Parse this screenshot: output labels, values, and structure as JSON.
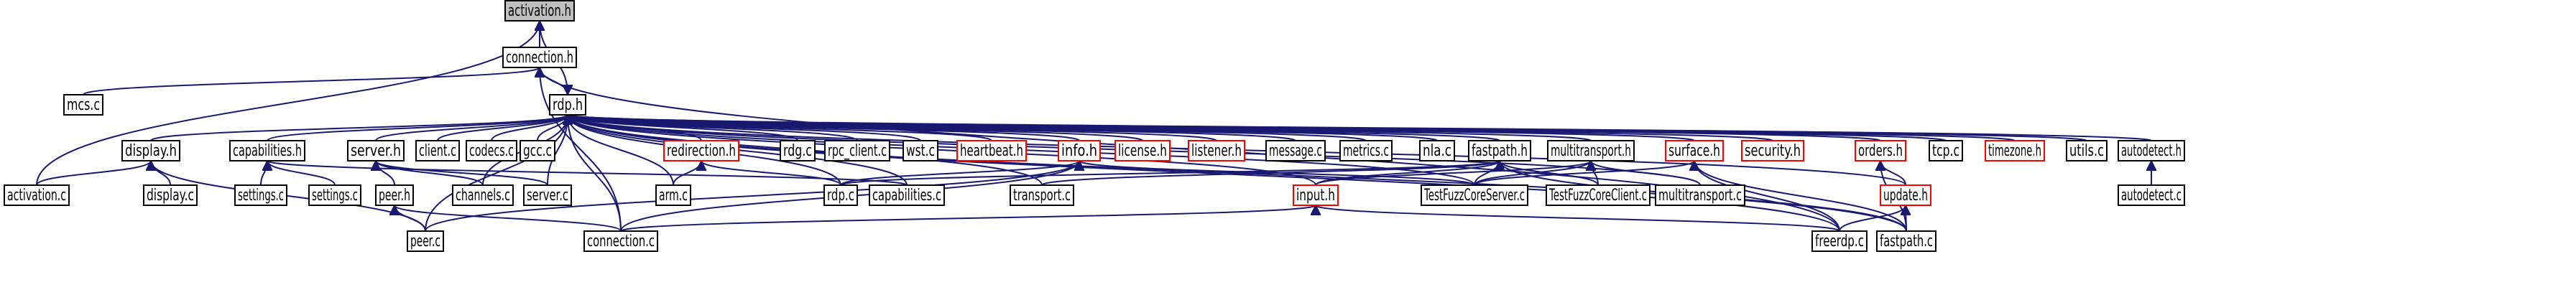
{
  "graph": {
    "nodes": [
      {
        "id": "activation_h",
        "label": "activation.h",
        "kind": "focus"
      },
      {
        "id": "connection_h",
        "label": "connection.h",
        "kind": "normal"
      },
      {
        "id": "mcs_c",
        "label": "mcs.c",
        "kind": "normal"
      },
      {
        "id": "rdp_h",
        "label": "rdp.h",
        "kind": "normal"
      },
      {
        "id": "display_h",
        "label": "display.h",
        "kind": "normal"
      },
      {
        "id": "capabilities_h",
        "label": "capabilities.h",
        "kind": "normal"
      },
      {
        "id": "server_h",
        "label": "server.h",
        "kind": "normal"
      },
      {
        "id": "client_c",
        "label": "client.c",
        "kind": "normal"
      },
      {
        "id": "codecs_c",
        "label": "codecs.c",
        "kind": "normal"
      },
      {
        "id": "gcc_c",
        "label": "gcc.c",
        "kind": "normal"
      },
      {
        "id": "redirection_h",
        "label": "redirection.h",
        "kind": "red"
      },
      {
        "id": "rdg_c",
        "label": "rdg.c",
        "kind": "normal"
      },
      {
        "id": "rpc_client_c",
        "label": "rpc_client.c",
        "kind": "normal"
      },
      {
        "id": "wst_c",
        "label": "wst.c",
        "kind": "normal"
      },
      {
        "id": "heartbeat_h",
        "label": "heartbeat.h",
        "kind": "red"
      },
      {
        "id": "info_h",
        "label": "info.h",
        "kind": "red"
      },
      {
        "id": "license_h",
        "label": "license.h",
        "kind": "red"
      },
      {
        "id": "listener_h",
        "label": "listener.h",
        "kind": "red"
      },
      {
        "id": "message_c",
        "label": "message.c",
        "kind": "normal"
      },
      {
        "id": "metrics_c",
        "label": "metrics.c",
        "kind": "normal"
      },
      {
        "id": "nla_c",
        "label": "nla.c",
        "kind": "normal"
      },
      {
        "id": "fastpath_h",
        "label": "fastpath.h",
        "kind": "normal"
      },
      {
        "id": "multitransport_h",
        "label": "multitransport.h",
        "kind": "normal"
      },
      {
        "id": "surface_h",
        "label": "surface.h",
        "kind": "red"
      },
      {
        "id": "security_h",
        "label": "security.h",
        "kind": "red"
      },
      {
        "id": "orders_h",
        "label": "orders.h",
        "kind": "red"
      },
      {
        "id": "tcp_c",
        "label": "tcp.c",
        "kind": "normal"
      },
      {
        "id": "timezone_h",
        "label": "timezone.h",
        "kind": "red"
      },
      {
        "id": "utils_c",
        "label": "utils.c",
        "kind": "normal"
      },
      {
        "id": "autodetect_h",
        "label": "autodetect.h",
        "kind": "normal"
      },
      {
        "id": "activation_c",
        "label": "activation.c",
        "kind": "normal"
      },
      {
        "id": "display_c",
        "label": "display.c",
        "kind": "normal"
      },
      {
        "id": "settings_c1",
        "label": "settings.c",
        "kind": "normal"
      },
      {
        "id": "settings_c2",
        "label": "settings.c",
        "kind": "normal"
      },
      {
        "id": "peer_h",
        "label": "peer.h",
        "kind": "normal"
      },
      {
        "id": "channels_c",
        "label": "channels.c",
        "kind": "normal"
      },
      {
        "id": "server_c",
        "label": "server.c",
        "kind": "normal"
      },
      {
        "id": "arm_c",
        "label": "arm.c",
        "kind": "normal"
      },
      {
        "id": "rdp_c",
        "label": "rdp.c",
        "kind": "normal"
      },
      {
        "id": "capabilities_c",
        "label": "capabilities.c",
        "kind": "normal"
      },
      {
        "id": "transport_c",
        "label": "transport.c",
        "kind": "normal"
      },
      {
        "id": "input_h",
        "label": "input.h",
        "kind": "red"
      },
      {
        "id": "testfuzzcoreserver_c",
        "label": "TestFuzzCoreServer.c",
        "kind": "normal"
      },
      {
        "id": "testfuzzcoreclient_c",
        "label": "TestFuzzCoreClient.c",
        "kind": "normal"
      },
      {
        "id": "multitransport_c",
        "label": "multitransport.c",
        "kind": "normal"
      },
      {
        "id": "update_h",
        "label": "update.h",
        "kind": "red"
      },
      {
        "id": "autodetect_c",
        "label": "autodetect.c",
        "kind": "normal"
      },
      {
        "id": "peer_c",
        "label": "peer.c",
        "kind": "normal"
      },
      {
        "id": "connection_c",
        "label": "connection.c",
        "kind": "normal"
      },
      {
        "id": "freerdp_c",
        "label": "freerdp.c",
        "kind": "normal"
      },
      {
        "id": "fastpath_c",
        "label": "fastpath.c",
        "kind": "normal"
      }
    ],
    "edges": [
      [
        "activation_h",
        "connection_h"
      ],
      [
        "activation_h",
        "rdp_h"
      ],
      [
        "activation_h",
        "activation_c"
      ],
      [
        "connection_h",
        "rdp_h"
      ],
      [
        "connection_h",
        "mcs_c"
      ],
      [
        "connection_h",
        "connection_c"
      ],
      [
        "connection_h",
        "freerdp_c"
      ],
      [
        "rdp_h",
        "connection_h"
      ],
      [
        "rdp_h",
        "display_h"
      ],
      [
        "rdp_h",
        "capabilities_h"
      ],
      [
        "rdp_h",
        "server_h"
      ],
      [
        "rdp_h",
        "client_c"
      ],
      [
        "rdp_h",
        "codecs_c"
      ],
      [
        "rdp_h",
        "gcc_c"
      ],
      [
        "rdp_h",
        "redirection_h"
      ],
      [
        "rdp_h",
        "rdg_c"
      ],
      [
        "rdp_h",
        "rpc_client_c"
      ],
      [
        "rdp_h",
        "wst_c"
      ],
      [
        "rdp_h",
        "heartbeat_h"
      ],
      [
        "rdp_h",
        "info_h"
      ],
      [
        "rdp_h",
        "license_h"
      ],
      [
        "rdp_h",
        "listener_h"
      ],
      [
        "rdp_h",
        "message_c"
      ],
      [
        "rdp_h",
        "metrics_c"
      ],
      [
        "rdp_h",
        "nla_c"
      ],
      [
        "rdp_h",
        "fastpath_h"
      ],
      [
        "rdp_h",
        "multitransport_h"
      ],
      [
        "rdp_h",
        "surface_h"
      ],
      [
        "rdp_h",
        "security_h"
      ],
      [
        "rdp_h",
        "orders_h"
      ],
      [
        "rdp_h",
        "tcp_c"
      ],
      [
        "rdp_h",
        "timezone_h"
      ],
      [
        "rdp_h",
        "utils_c"
      ],
      [
        "rdp_h",
        "autodetect_h"
      ],
      [
        "rdp_h",
        "update_h"
      ],
      [
        "rdp_h",
        "input_h"
      ],
      [
        "rdp_h",
        "peer_c"
      ],
      [
        "rdp_h",
        "connection_c"
      ],
      [
        "rdp_h",
        "arm_c"
      ],
      [
        "rdp_h",
        "rdp_c"
      ],
      [
        "rdp_h",
        "capabilities_c"
      ],
      [
        "rdp_h",
        "transport_c"
      ],
      [
        "rdp_h",
        "server_c"
      ],
      [
        "rdp_h",
        "channels_c"
      ],
      [
        "rdp_h",
        "freerdp_c"
      ],
      [
        "rdp_h",
        "fastpath_c"
      ],
      [
        "rdp_h",
        "multitransport_c"
      ],
      [
        "rdp_h",
        "testfuzzcoreserver_c"
      ],
      [
        "display_h",
        "activation_c"
      ],
      [
        "display_h",
        "display_c"
      ],
      [
        "display_h",
        "peer_c"
      ],
      [
        "capabilities_h",
        "settings_c1"
      ],
      [
        "capabilities_h",
        "settings_c2"
      ],
      [
        "capabilities_h",
        "capabilities_c"
      ],
      [
        "server_h",
        "peer_h"
      ],
      [
        "server_h",
        "channels_c"
      ],
      [
        "server_h",
        "server_c"
      ],
      [
        "peer_h",
        "peer_c"
      ],
      [
        "peer_h",
        "connection_c"
      ],
      [
        "redirection_h",
        "arm_c"
      ],
      [
        "redirection_h",
        "rdp_c"
      ],
      [
        "info_h",
        "rdp_c"
      ],
      [
        "info_h",
        "peer_c"
      ],
      [
        "info_h",
        "connection_c"
      ],
      [
        "info_h",
        "testfuzzcoreserver_c"
      ],
      [
        "fastpath_h",
        "transport_c"
      ],
      [
        "fastpath_h",
        "input_h"
      ],
      [
        "fastpath_h",
        "testfuzzcoreserver_c"
      ],
      [
        "fastpath_h",
        "testfuzzcoreclient_c"
      ],
      [
        "fastpath_h",
        "fastpath_c"
      ],
      [
        "fastpath_h",
        "rdp_c"
      ],
      [
        "multitransport_h",
        "testfuzzcoreserver_c"
      ],
      [
        "multitransport_h",
        "testfuzzcoreclient_c"
      ],
      [
        "multitransport_h",
        "multitransport_c"
      ],
      [
        "multitransport_h",
        "input_h"
      ],
      [
        "surface_h",
        "freerdp_c"
      ],
      [
        "surface_h",
        "fastpath_c"
      ],
      [
        "surface_h",
        "testfuzzcoreserver_c"
      ],
      [
        "orders_h",
        "update_h"
      ],
      [
        "orders_h",
        "fastpath_c"
      ],
      [
        "update_h",
        "freerdp_c"
      ],
      [
        "update_h",
        "fastpath_c"
      ],
      [
        "input_h",
        "connection_c"
      ],
      [
        "input_h",
        "freerdp_c"
      ],
      [
        "autodetect_h",
        "autodetect_c"
      ]
    ]
  }
}
